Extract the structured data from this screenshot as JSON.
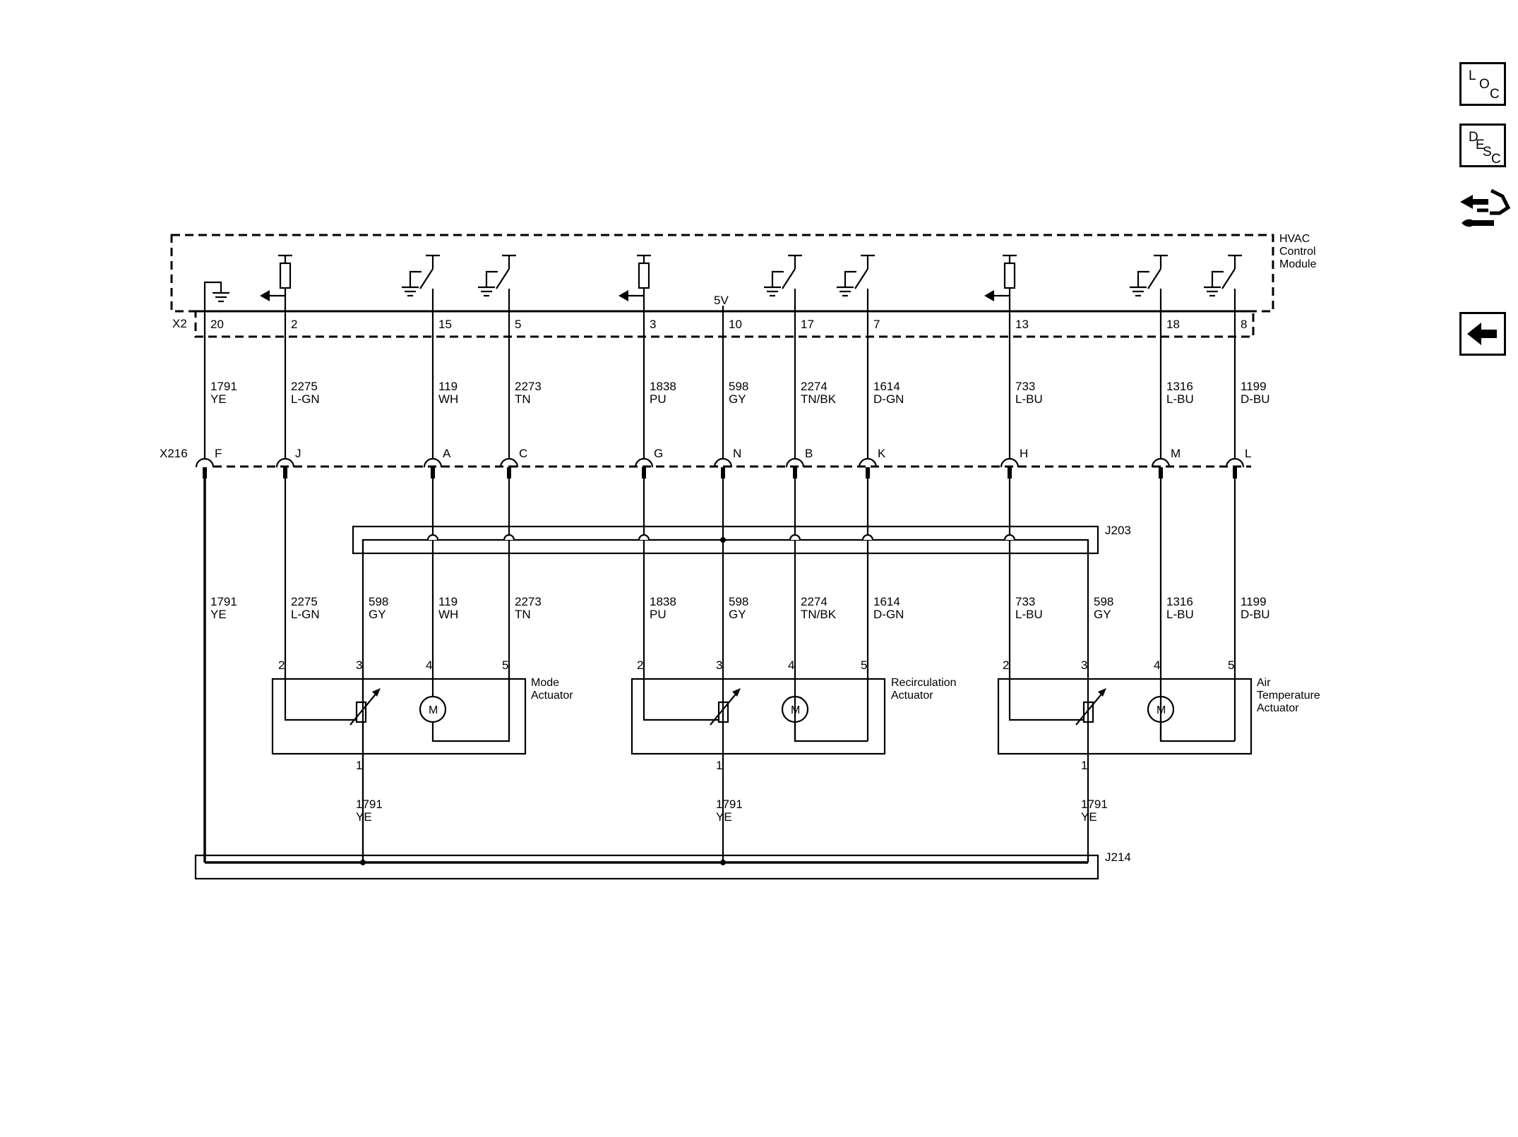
{
  "module": {
    "name_lines": [
      "HVAC",
      "Control",
      "Module"
    ],
    "connector": "X2",
    "supply": "5V"
  },
  "inline_connector": "X216",
  "splices": {
    "upper": "J203",
    "lower": "J214"
  },
  "nav": {
    "loc": [
      "L",
      "O",
      "C"
    ],
    "desc": [
      "D",
      "E",
      "S",
      "C"
    ]
  },
  "upper_wires": [
    {
      "pin": "20",
      "circuit": "1791",
      "color": "YE",
      "x216": "F"
    },
    {
      "pin": "2",
      "circuit": "2275",
      "color": "L-GN",
      "x216": "J"
    },
    {
      "pin": "15",
      "circuit": "119",
      "color": "WH",
      "x216": "A"
    },
    {
      "pin": "5",
      "circuit": "2273",
      "color": "TN",
      "x216": "C"
    },
    {
      "pin": "3",
      "circuit": "1838",
      "color": "PU",
      "x216": "G"
    },
    {
      "pin": "10",
      "circuit": "598",
      "color": "GY",
      "x216": "N"
    },
    {
      "pin": "17",
      "circuit": "2274",
      "color": "TN/BK",
      "x216": "B"
    },
    {
      "pin": "7",
      "circuit": "1614",
      "color": "D-GN",
      "x216": "K"
    },
    {
      "pin": "13",
      "circuit": "733",
      "color": "L-BU",
      "x216": "H"
    },
    {
      "pin": "18",
      "circuit": "1316",
      "color": "L-BU",
      "x216": "M"
    },
    {
      "pin": "8",
      "circuit": "1199",
      "color": "D-BU",
      "x216": "L"
    }
  ],
  "lower_wires": [
    {
      "circuit": "1791",
      "color": "YE"
    },
    {
      "circuit": "2275",
      "color": "L-GN"
    },
    {
      "circuit": "598",
      "color": "GY"
    },
    {
      "circuit": "119",
      "color": "WH"
    },
    {
      "circuit": "2273",
      "color": "TN"
    },
    {
      "circuit": "1838",
      "color": "PU"
    },
    {
      "circuit": "598",
      "color": "GY"
    },
    {
      "circuit": "2274",
      "color": "TN/BK"
    },
    {
      "circuit": "1614",
      "color": "D-GN"
    },
    {
      "circuit": "733",
      "color": "L-BU"
    },
    {
      "circuit": "598",
      "color": "GY"
    },
    {
      "circuit": "1316",
      "color": "L-BU"
    },
    {
      "circuit": "1199",
      "color": "D-BU"
    }
  ],
  "actuators": [
    {
      "name_lines": [
        "Mode",
        "Actuator"
      ],
      "pins": [
        "2",
        "3",
        "4",
        "5"
      ],
      "ground_pin": "1",
      "ground_circuit": "1791",
      "ground_color": "YE",
      "motor": "M"
    },
    {
      "name_lines": [
        "Recirculation",
        "Actuator"
      ],
      "pins": [
        "2",
        "3",
        "4",
        "5"
      ],
      "ground_pin": "1",
      "ground_circuit": "1791",
      "ground_color": "YE",
      "motor": "M"
    },
    {
      "name_lines": [
        "Air",
        "Temperature",
        "Actuator"
      ],
      "pins": [
        "2",
        "3",
        "4",
        "5"
      ],
      "ground_pin": "1",
      "ground_circuit": "1791",
      "ground_color": "YE",
      "motor": "M"
    }
  ]
}
